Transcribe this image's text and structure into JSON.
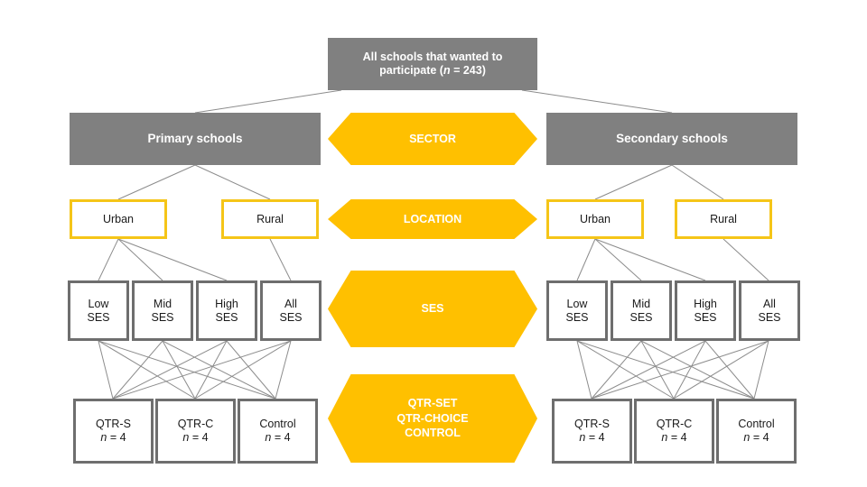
{
  "diagram": {
    "title_box": {
      "line1": "All schools that wanted to",
      "line2_pre": "participate (",
      "line2_italic": "n",
      "line2_post": " = 243)"
    },
    "sectors": {
      "primary": "Primary schools",
      "secondary": "Secondary schools"
    },
    "bands": {
      "sector": "SECTOR",
      "location": "LOCATION",
      "ses": "SES",
      "design_line1": "QTR-SET",
      "design_line2": "QTR-CHOICE",
      "design_line3": "CONTROL"
    },
    "location": {
      "urban": "Urban",
      "rural": "Rural"
    },
    "ses_levels": [
      {
        "line1": "Low",
        "line2": "SES"
      },
      {
        "line1": "Mid",
        "line2": "SES"
      },
      {
        "line1": "High",
        "line2": "SES"
      },
      {
        "line1": "All",
        "line2": "SES"
      }
    ],
    "conditions": [
      {
        "name": "QTR-S",
        "n_label": "n",
        "n_value": " = 4"
      },
      {
        "name": "QTR-C",
        "n_label": "n",
        "n_value": " = 4"
      },
      {
        "name": "Control",
        "n_label": "n",
        "n_value": " = 4"
      }
    ],
    "colors": {
      "grey_fill": "#808080",
      "yellow_fill": "#FFC000",
      "yellow_border": "#F5C518",
      "grey_border": "#6E6E6E",
      "connector": "#8C8C8C",
      "background": "#FFFFFF"
    }
  }
}
